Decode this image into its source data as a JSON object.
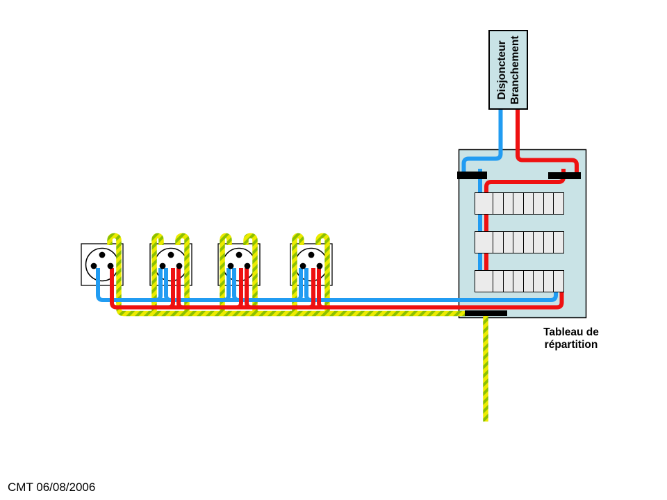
{
  "slide": {
    "service_breaker": {
      "line1": "Disjoncteur",
      "line2": "Branchement"
    },
    "distribution_panel": {
      "label_line1": "Tableau de",
      "label_line2": "répartition",
      "din_rows": 3,
      "modules_per_row": 8,
      "busbars": [
        "neutral-bar",
        "phase-bar",
        "earth-bar"
      ]
    },
    "outlets": {
      "count": 4,
      "type": "socket-outlet-with-earth-pin"
    },
    "wires": {
      "neutral": "blue",
      "phase": "red",
      "earth": "yellow-green"
    },
    "footer": "CMT 06/08/2006",
    "colors": {
      "wire_red": "#ee1111",
      "wire_blue": "#219cf2",
      "earth_yellow": "#eceb00",
      "earth_green": "#8cc001",
      "panel_fill": "#c9e3e6",
      "module_fill": "#ebebeb",
      "busbar": "#000000"
    }
  }
}
